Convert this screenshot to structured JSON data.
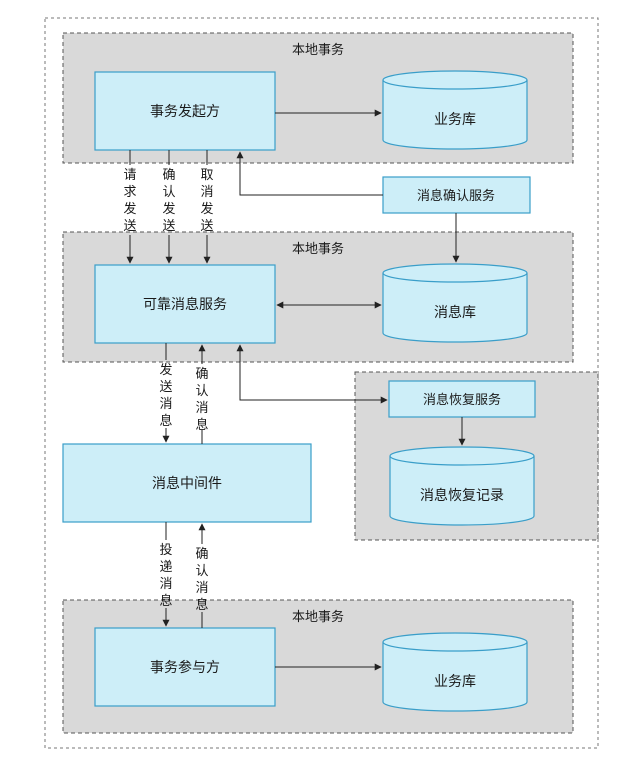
{
  "colors": {
    "box_fill": "#cdeef8",
    "box_stroke": "#3a9ec9",
    "group_fill": "#d9d9d9",
    "group_stroke": "#555555",
    "arrow": "#222222"
  },
  "groups": {
    "local_tx_top": "本地事务",
    "local_tx_middle": "本地事务",
    "local_tx_bottom": "本地事务"
  },
  "nodes": {
    "initiator": "事务发起方",
    "business_db_top": "业务库",
    "msg_confirm_service": "消息确认服务",
    "reliable_msg_service": "可靠消息服务",
    "msg_db": "消息库",
    "msg_recover_service": "消息恢复服务",
    "msg_recover_log": "消息恢复记录",
    "msg_middleware": "消息中间件",
    "participant": "事务参与方",
    "business_db_bottom": "业务库"
  },
  "edge_labels": {
    "request_send": [
      "请",
      "求",
      "发",
      "送"
    ],
    "confirm_send": [
      "确",
      "认",
      "发",
      "送"
    ],
    "cancel_send": [
      "取",
      "消",
      "发",
      "送"
    ],
    "send_msg": [
      "发",
      "送",
      "消",
      "息"
    ],
    "confirm_msg_1": [
      "确",
      "认",
      "消",
      "息"
    ],
    "deliver_msg": [
      "投",
      "递",
      "消",
      "息"
    ],
    "confirm_msg_2": [
      "确",
      "认",
      "消",
      "息"
    ]
  }
}
